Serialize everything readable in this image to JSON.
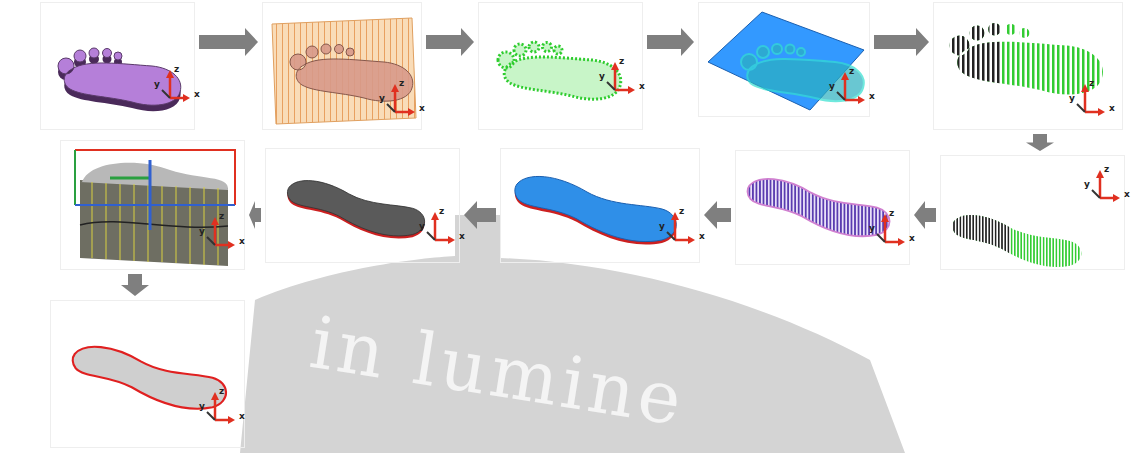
{
  "diagram": {
    "nodes": [
      {
        "text": [
          "z",
          "y",
          "x"
        ]
      },
      {
        "text": [
          "z",
          "y",
          "x"
        ]
      },
      {
        "text": [
          "z",
          "y",
          "x"
        ]
      },
      {
        "text": [
          "z",
          "y",
          "x"
        ]
      },
      {
        "text": [
          "z",
          "y",
          "x"
        ]
      },
      {
        "text": [
          "z",
          "y",
          "x"
        ]
      },
      {
        "text": [
          "z",
          "y",
          "x"
        ]
      },
      {
        "text": [
          "z",
          "y",
          "x"
        ]
      },
      {
        "text": [
          "z",
          "y",
          "x"
        ]
      },
      {
        "text": [
          "z",
          "y",
          "x"
        ]
      },
      {
        "text": [
          "z",
          "y",
          "x"
        ]
      }
    ],
    "edges": [
      {
        "from": 0,
        "to": 1,
        "arrow": "to"
      },
      {
        "from": 1,
        "to": 2,
        "arrow": "to"
      },
      {
        "from": 2,
        "to": 3,
        "arrow": "to"
      },
      {
        "from": 3,
        "to": 4,
        "arrow": "to"
      },
      {
        "from": 4,
        "to": 5,
        "arrow": "to"
      },
      {
        "from": 5,
        "to": 6,
        "arrow": "to"
      },
      {
        "from": 6,
        "to": 7,
        "arrow": "to"
      },
      {
        "from": 7,
        "to": 8,
        "arrow": "to"
      },
      {
        "from": 8,
        "to": 9,
        "arrow": "to"
      },
      {
        "from": 9,
        "to": 10,
        "arrow": "to"
      }
    ],
    "labels": [
      "in lumine"
    ]
  }
}
